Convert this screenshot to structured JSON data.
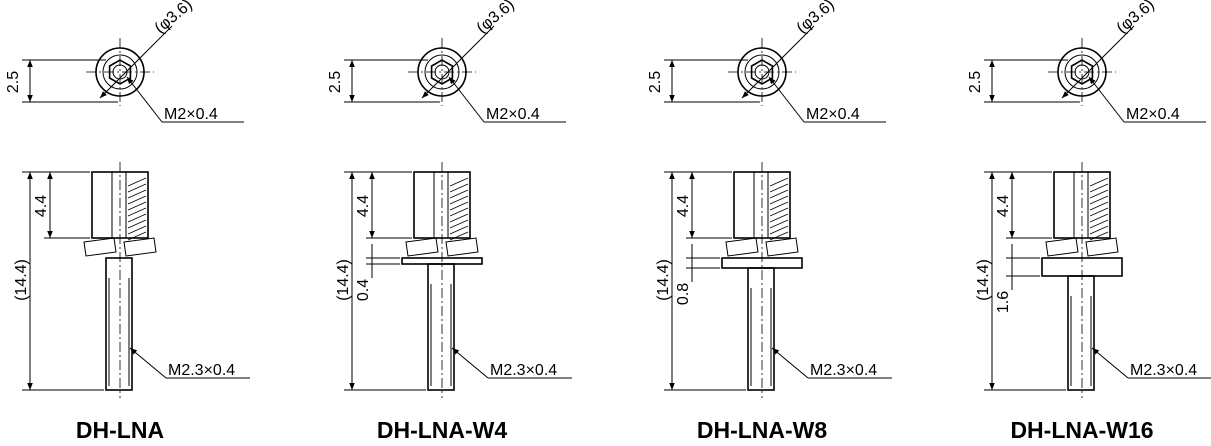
{
  "panels": [
    {
      "title": "DH-LNA",
      "top_view": {
        "diameter": "(φ3.6)",
        "thread": "M2×0.4",
        "height": "2.5"
      },
      "side_view": {
        "total": "(14.4)",
        "head": "4.4",
        "washer": "",
        "thread": "M2.3×0.4"
      }
    },
    {
      "title": "DH-LNA-W4",
      "top_view": {
        "diameter": "(φ3.6)",
        "thread": "M2×0.4",
        "height": "2.5"
      },
      "side_view": {
        "total": "(14.4)",
        "head": "4.4",
        "washer": "0.4",
        "thread": "M2.3×0.4"
      }
    },
    {
      "title": "DH-LNA-W8",
      "top_view": {
        "diameter": "(φ3.6)",
        "thread": "M2×0.4",
        "height": "2.5"
      },
      "side_view": {
        "total": "(14.4)",
        "head": "4.4",
        "washer": "0.8",
        "thread": "M2.3×0.4"
      }
    },
    {
      "title": "DH-LNA-W16",
      "top_view": {
        "diameter": "(φ3.6)",
        "thread": "M2×0.4",
        "height": "2.5"
      },
      "side_view": {
        "total": "(14.4)",
        "head": "4.4",
        "washer": "1.6",
        "thread": "M2.3×0.4"
      }
    }
  ]
}
